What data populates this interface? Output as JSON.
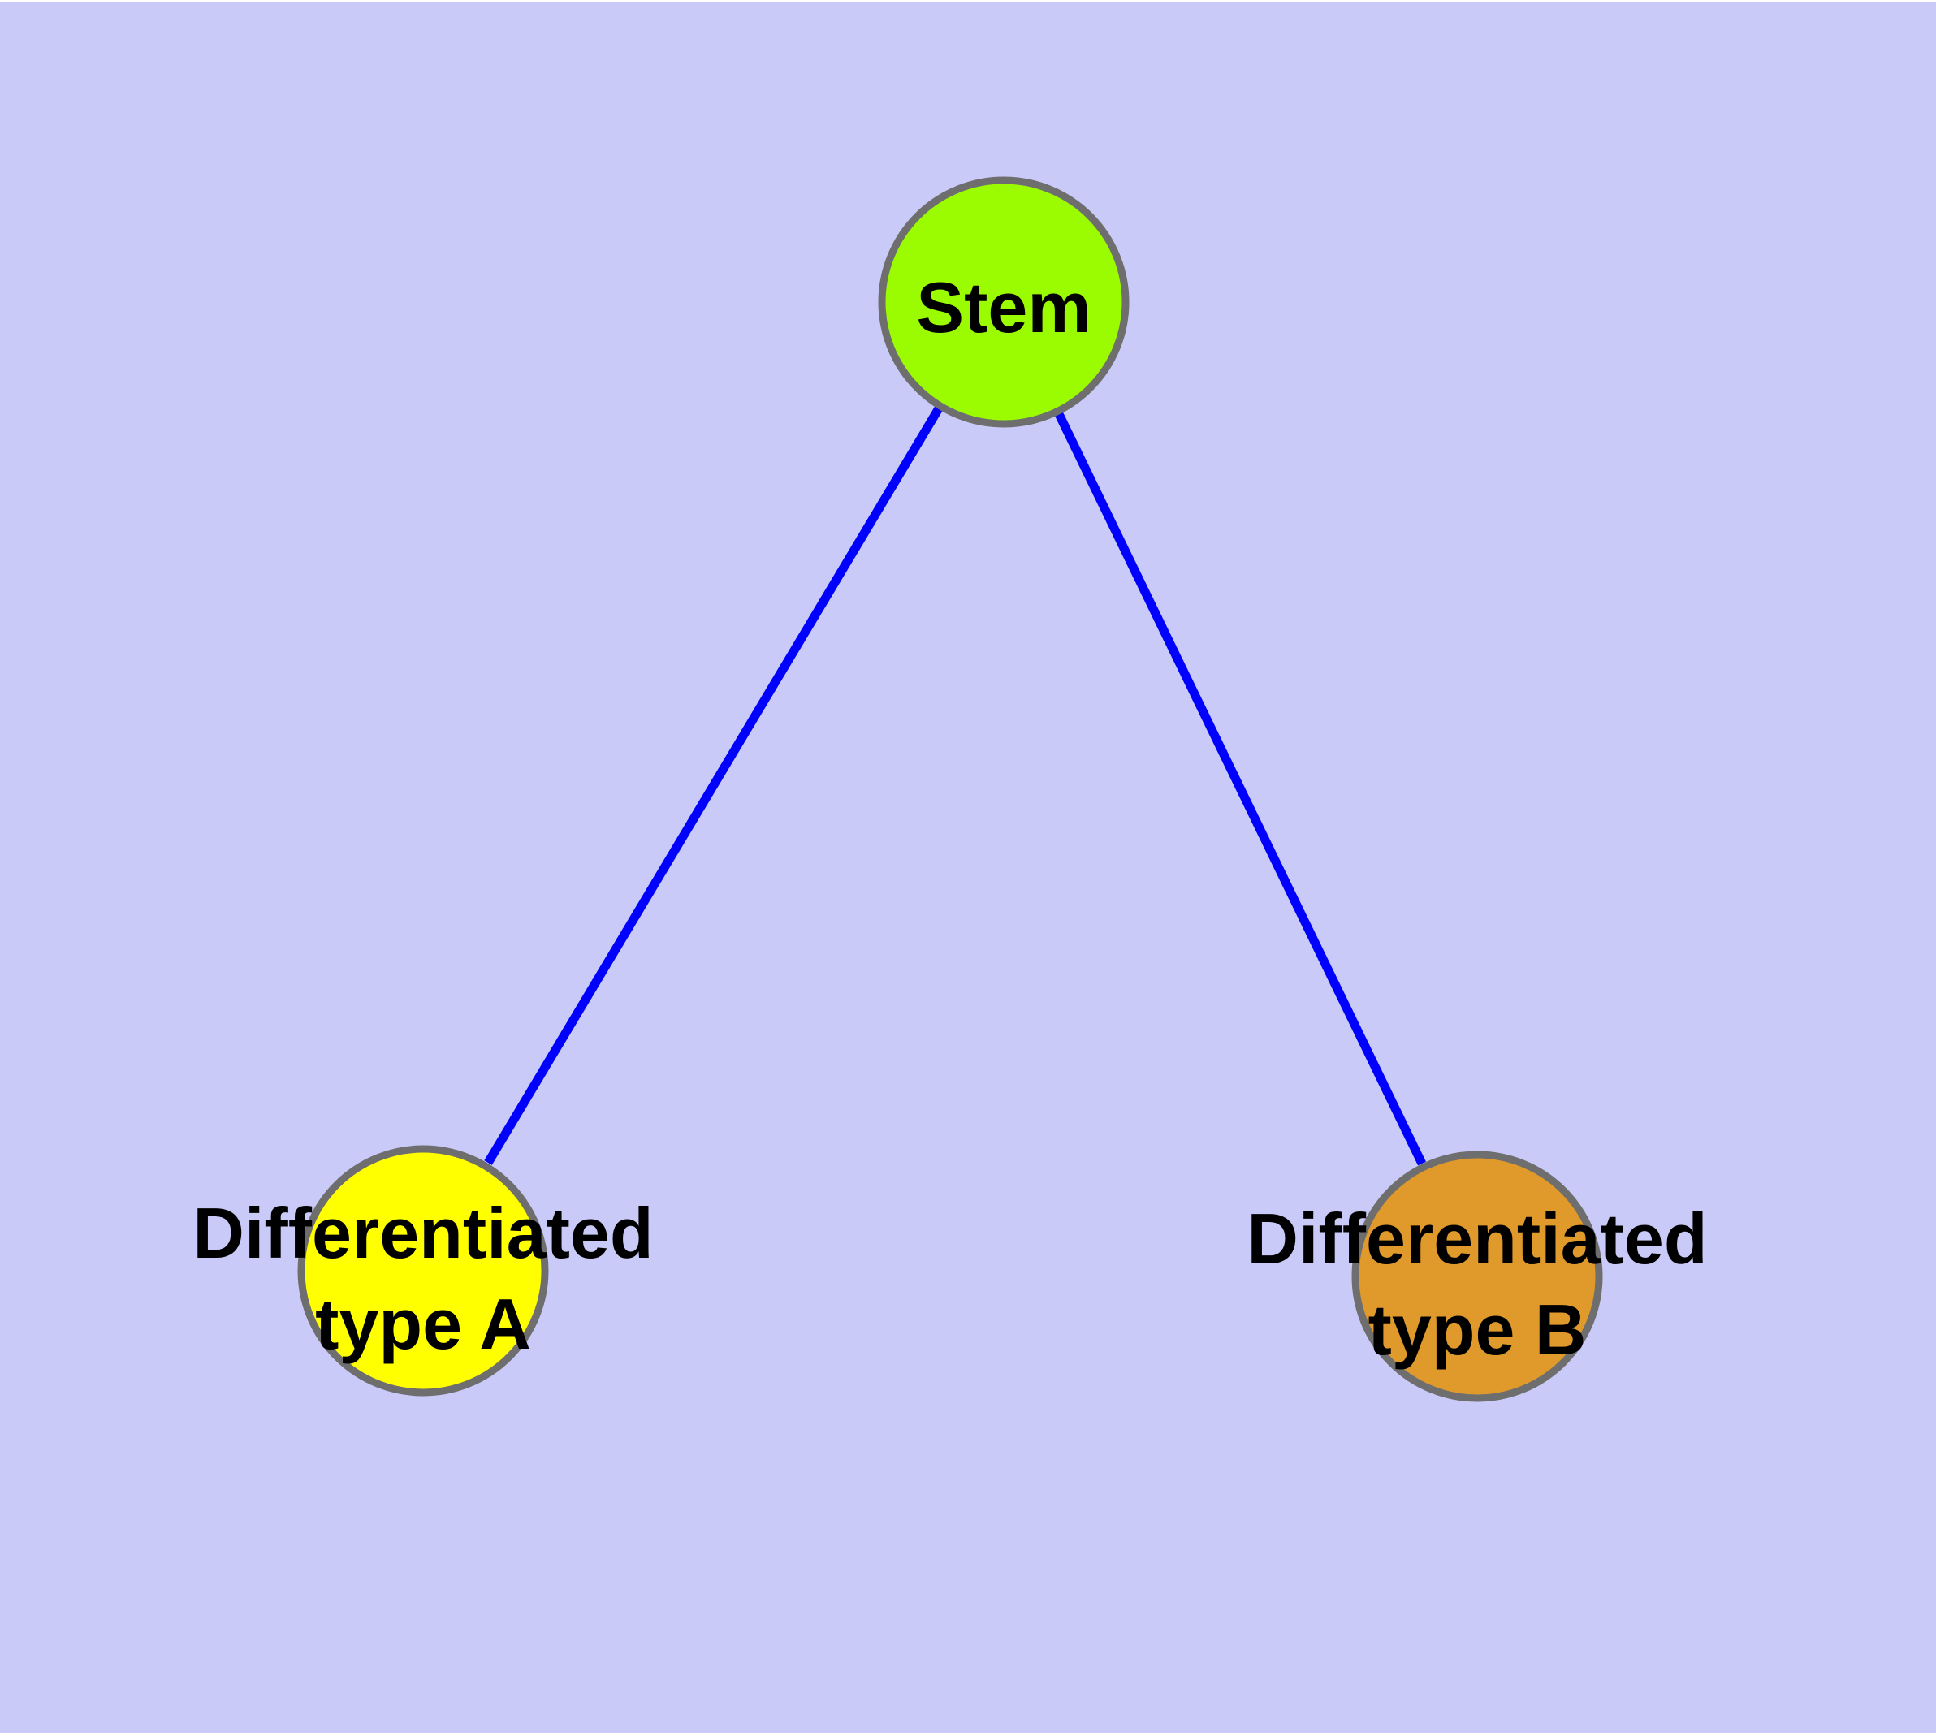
{
  "diagram": {
    "type": "graph",
    "background_color": "#CACAF8",
    "page_color": "#FFFFFF",
    "edge_color": "#0000FF",
    "node_border_color": "#6E6E6E",
    "label_color": "#000000",
    "nodes": [
      {
        "id": "stem",
        "label": "Stem",
        "label_line2": "",
        "fill": "#9BFB00"
      },
      {
        "id": "diff-a",
        "label": "Differentiated",
        "label_line2": "type A",
        "fill": "#FFFF00"
      },
      {
        "id": "diff-b",
        "label": "Differentiated",
        "label_line2": "type B",
        "fill": "#E09A2C"
      }
    ],
    "edges": [
      {
        "from": "stem",
        "to": "diff-a"
      },
      {
        "from": "stem",
        "to": "diff-b"
      }
    ]
  }
}
